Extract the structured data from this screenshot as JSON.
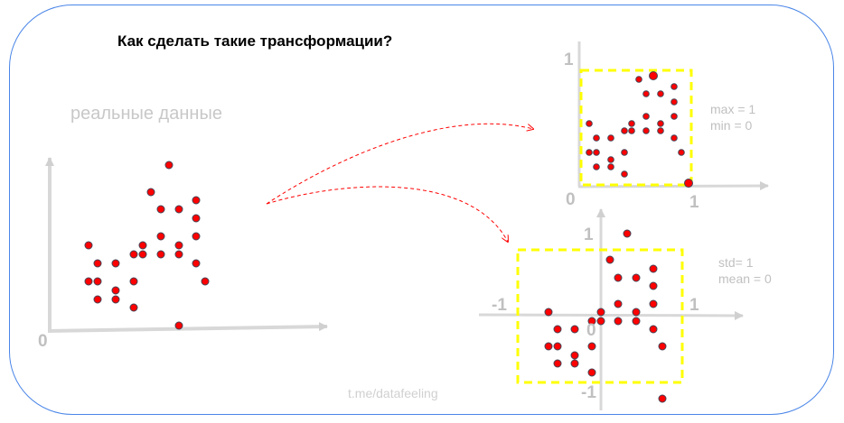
{
  "title": "Как сделать такие трансформации?",
  "real_data_label": "реальные данные",
  "original_chart": {
    "origin_label": "0"
  },
  "minmax_chart": {
    "y_tick": "1",
    "origin_label": "0",
    "x_tick": "1",
    "note_lines": [
      "max = 1",
      "min = 0"
    ]
  },
  "standard_chart": {
    "y_tick_pos": "1",
    "y_tick_neg": "-1",
    "x_tick_neg": "-1",
    "x_tick_pos": "1",
    "origin_label": "0",
    "note_lines": [
      "std= 1",
      "mean = 0"
    ]
  },
  "watermark": "t.me/datafeeling",
  "colors": {
    "border": "#4a86e8",
    "point": "#ff0000",
    "box": "#ffff00",
    "axis": "#d0d0d0",
    "arrow": "#ff0000"
  }
}
